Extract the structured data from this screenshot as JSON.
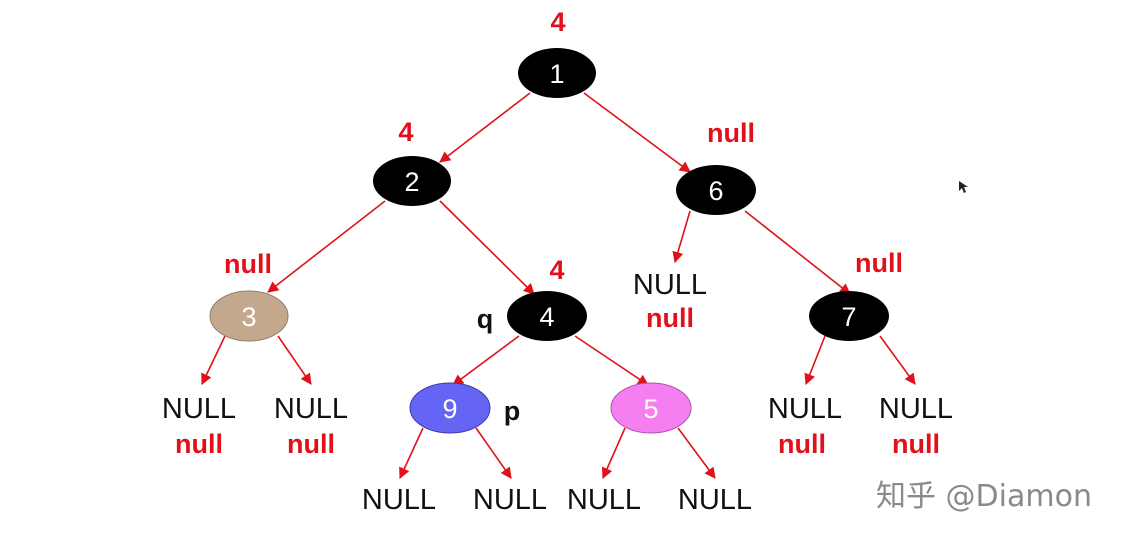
{
  "colors": {
    "edge": "#e0111b",
    "return_text": "#e0111b",
    "node_black": "#000000",
    "node_tan": "#c4a88d",
    "node_blue": "#6565f5",
    "node_pink": "#f57ef0",
    "null_text": "#111111"
  },
  "nodes": {
    "n1": {
      "label": "1",
      "return": "4"
    },
    "n2": {
      "label": "2",
      "return": "4"
    },
    "n6": {
      "label": "6",
      "return": "null"
    },
    "n3": {
      "label": "3",
      "return": "null"
    },
    "n4": {
      "label": "4",
      "return": "4",
      "var": "q"
    },
    "n7": {
      "label": "7",
      "return": "null"
    },
    "n9": {
      "label": "9",
      "var": "p"
    },
    "n5": {
      "label": "5"
    }
  },
  "leaves": {
    "null_text": "NULL",
    "null_return": "null"
  },
  "watermark": {
    "text": "知乎 @Diamon"
  }
}
